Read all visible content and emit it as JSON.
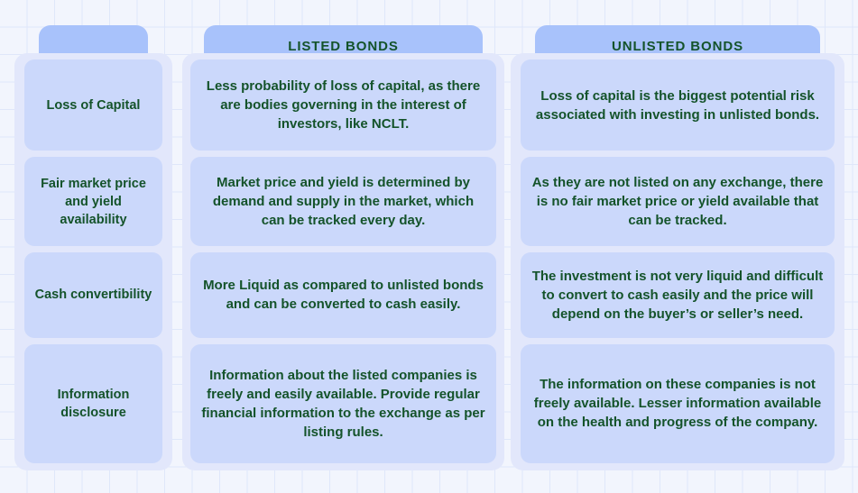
{
  "columns": {
    "labels": {
      "header": "",
      "rows": [
        "Loss of Capital",
        "Fair market price and yield availability",
        "Cash convertibility",
        "Information disclosure"
      ]
    },
    "listed": {
      "header": "LISTED BONDS",
      "rows": [
        "Less probability of loss of capital, as there are bodies governing in the interest of investors, like NCLT.",
        "Market price and yield is determined by demand and supply in the market, which can be tracked every day.",
        "More Liquid as compared to unlisted bonds and can be converted to cash easily.",
        "Information about the listed companies is freely and easily available. Provide regular financial information to the exchange as per listing rules."
      ]
    },
    "unlisted": {
      "header": "UNLISTED BONDS",
      "rows": [
        "Loss of capital is the biggest potential risk associated with investing in unlisted bonds.",
        "As they are not listed on any exchange, there is no fair market price or yield available that can be tracked.",
        "The investment is not very liquid and difficult to convert to cash easily and the price will depend on the buyer’s or seller’s need.",
        "The information on these companies is not freely available. Lesser information available on the health and progress of the company."
      ]
    }
  },
  "colors": {
    "background": "#f2f5fd",
    "grid_line": "#dfe7fa",
    "header_tab": "#a8c2fb",
    "panel": "#e2e7fb",
    "cell": "#cbd8fb",
    "text": "#14532a"
  }
}
